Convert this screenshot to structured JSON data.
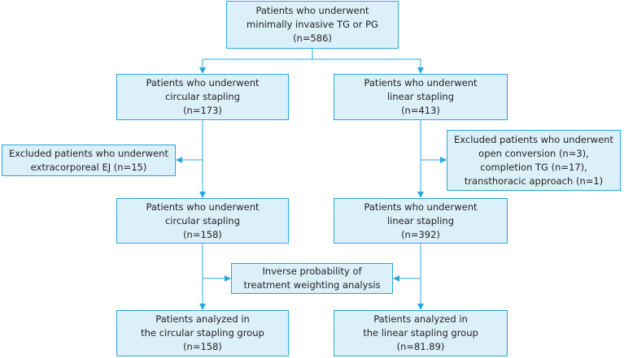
{
  "nodes": {
    "top": [
      "Patients who underwent",
      "minimally invasive TG or PG",
      "(n=586)"
    ],
    "circ1": [
      "Patients who underwent",
      "circular stapling",
      "(n=173)"
    ],
    "lin1": [
      "Patients who underwent",
      "linear stapling",
      "(n=413)"
    ],
    "excl_left": [
      "Excluded patients who underwent",
      "extracorporeal EJ (n=15)"
    ],
    "excl_right": [
      "Excluded patients who underwent",
      "open conversion (n=3),",
      "completion TG (n=17),",
      "transthoracic approach (n=1)"
    ],
    "circ2": [
      "Patients who underwent",
      "circular stapling",
      "(n=158)"
    ],
    "lin2": [
      "Patients who underwent",
      "linear stapling",
      "(n=392)"
    ],
    "iptw": [
      "Inverse probability of",
      "treatment weighting analysis"
    ],
    "circ3": [
      "Patients analyzed in",
      "the circular stapling group",
      "(n=158)"
    ],
    "lin3": [
      "Patients analyzed in",
      "the linear stapling group",
      "(n=81.89)"
    ]
  },
  "colors": {
    "box_fill": "#dcf0fa",
    "box_border": "#29a8dc",
    "connector": "#29a8dc"
  }
}
